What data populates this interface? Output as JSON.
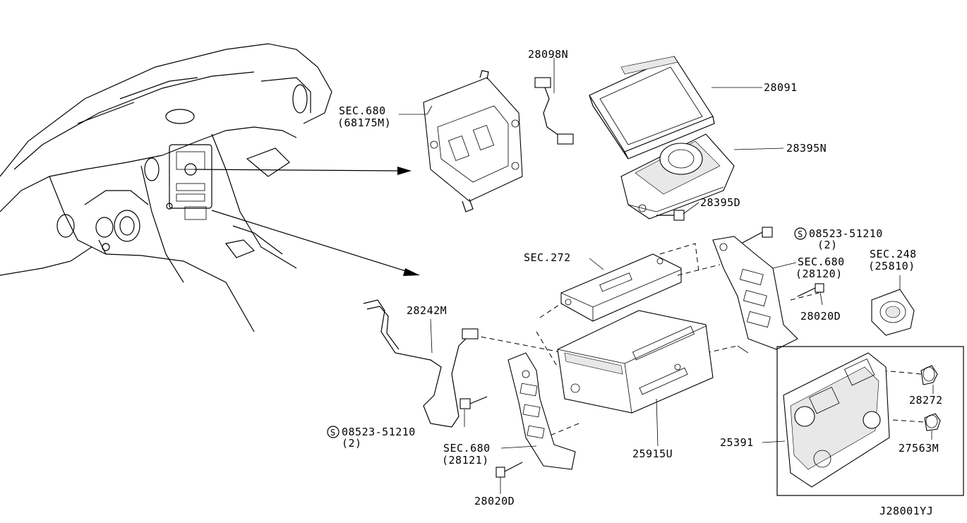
{
  "diagram": {
    "code": "J28001YJ",
    "labels": [
      {
        "id": "l-28098n",
        "text": "28098N"
      },
      {
        "id": "l-28091",
        "text": "28091"
      },
      {
        "id": "l-sec680a",
        "text": "SEC.680"
      },
      {
        "id": "l-68175m",
        "text": "(68175M)"
      },
      {
        "id": "l-28395n",
        "text": "28395N"
      },
      {
        "id": "l-28395d",
        "text": "28395D"
      },
      {
        "id": "l-08523a",
        "text": "08523-51210"
      },
      {
        "id": "l-2a",
        "text": "(2)"
      },
      {
        "id": "l-sec272",
        "text": "SEC.272"
      },
      {
        "id": "l-sec680b",
        "text": "SEC.680"
      },
      {
        "id": "l-28120",
        "text": "(28120)"
      },
      {
        "id": "l-sec248",
        "text": "SEC.248"
      },
      {
        "id": "l-25810",
        "text": "(25810)"
      },
      {
        "id": "l-28020d-a",
        "text": "28020D"
      },
      {
        "id": "l-28242m",
        "text": "28242M"
      },
      {
        "id": "l-08523b",
        "text": "08523-51210"
      },
      {
        "id": "l-2b",
        "text": "(2)"
      },
      {
        "id": "l-sec680c",
        "text": "SEC.680"
      },
      {
        "id": "l-28121",
        "text": "(28121)"
      },
      {
        "id": "l-25915u",
        "text": "25915U"
      },
      {
        "id": "l-28020d-b",
        "text": "28020D"
      },
      {
        "id": "l-28272",
        "text": "28272"
      },
      {
        "id": "l-25391",
        "text": "25391"
      },
      {
        "id": "l-27563m",
        "text": "27563M"
      }
    ],
    "symbols": {
      "s_mark": "S"
    }
  }
}
